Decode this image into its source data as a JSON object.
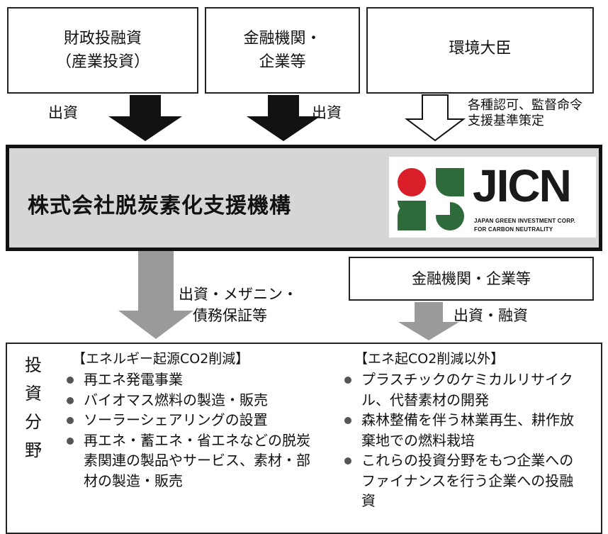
{
  "top_boxes": {
    "fiscal": {
      "line1": "財政投融資",
      "line2": "（産業投資）"
    },
    "financial": {
      "line1": "金融機関・",
      "line2": "企業等"
    },
    "minister": {
      "label": "環境大臣"
    }
  },
  "arrow_labels": {
    "investment_left": "出資",
    "investment_right": "出資",
    "minister_line1": "各種認可、監督命令",
    "minister_line2": "支援基準策定"
  },
  "main": {
    "title": "株式会社脱炭素化支援機構",
    "logo_text": "JICN",
    "logo_sub1": "JAPAN GREEN INVESTMENT CORP.",
    "logo_sub2": "FOR CARBON NEUTRALITY"
  },
  "middle": {
    "financial_box": "金融機関・企業等",
    "left_line1": "出資・メザニン・",
    "left_line2": "債務保証等",
    "right_label": "出資・融資"
  },
  "investment_fields": {
    "label": "投資分野",
    "left_heading": "【エネルギー起源CO2削減】",
    "left_items": [
      "再エネ発電事業",
      "バイオマス燃料の製造・販売",
      "ソーラーシェアリングの設置",
      "再エネ・蓄エネ・省エネなどの脱炭素関連の製品やサービス、素材・部材の製造・販売"
    ],
    "right_heading": "【エネ起CO2削減以外】",
    "right_items": [
      "プラスチックのケミカルリサイクル、代替素材の開発",
      "森林整備を伴う林業再生、耕作放棄地での燃料栽培",
      "これらの投資分野をもつ企業へのファイナンスを行う企業への投融資"
    ]
  },
  "colors": {
    "main_fill": "#d6d6d6",
    "arrow_black": "#111111",
    "arrow_gray": "#9a9a9a",
    "logo_red": "#d91e2a",
    "logo_green": "#2f6b3a"
  }
}
